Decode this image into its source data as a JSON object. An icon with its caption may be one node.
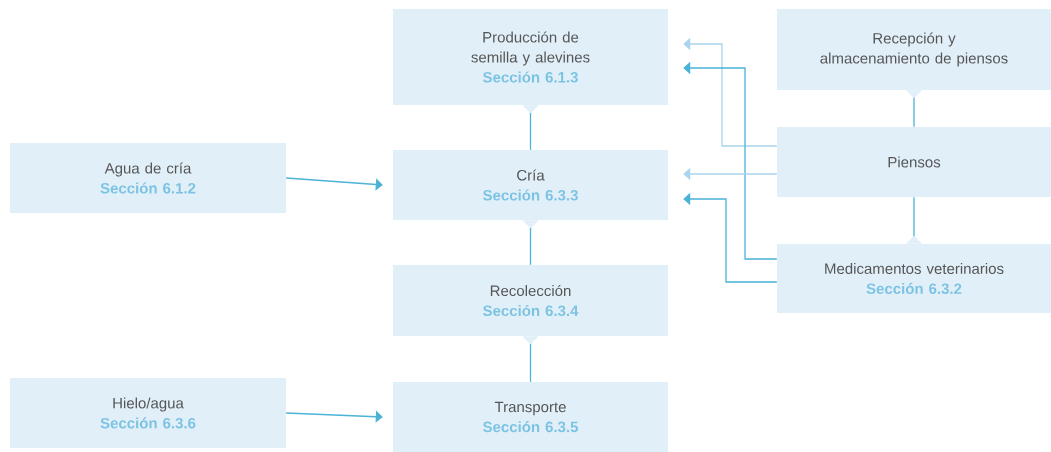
{
  "diagram": {
    "nodes": [
      {
        "text": [
          "Producción de semilla y alevines",
          "Sección 6.1.3"
        ]
      },
      {
        "text": [
          "Recepción y almacenamiento de piensos"
        ]
      },
      {
        "text": [
          "Agua de cría",
          "Sección 6.1.2"
        ]
      },
      {
        "text": [
          "Cría",
          "Sección 6.3.3"
        ]
      },
      {
        "text": [
          "Piensos"
        ]
      },
      {
        "text": [
          "Recolección",
          "Sección 6.3.4"
        ]
      },
      {
        "text": [
          "Medicamentos veterinarios",
          "Sección 6.3.2"
        ]
      },
      {
        "text": [
          "Hielo/agua",
          "Sección 6.3.6"
        ]
      },
      {
        "text": [
          "Transporte",
          "Sección 6.3.5"
        ]
      }
    ],
    "edges": [
      {
        "from": 0,
        "to": 3,
        "arrow": "to"
      },
      {
        "from": 3,
        "to": 5,
        "arrow": "to"
      },
      {
        "from": 5,
        "to": 8,
        "arrow": "to"
      },
      {
        "from": 2,
        "to": 3,
        "arrow": "to"
      },
      {
        "from": 7,
        "to": 8,
        "arrow": "to"
      },
      {
        "from": 1,
        "to": 4,
        "arrow": "to"
      },
      {
        "from": 6,
        "to": 4,
        "arrow": "to"
      },
      {
        "from": 4,
        "to": 0,
        "arrow": "to",
        "color": "#a9d5ec"
      },
      {
        "from": 6,
        "to": 0,
        "arrow": "to"
      },
      {
        "from": 4,
        "to": 3,
        "arrow": "to",
        "color": "#a9d5ec"
      },
      {
        "from": 6,
        "to": 3,
        "arrow": "to"
      }
    ]
  }
}
